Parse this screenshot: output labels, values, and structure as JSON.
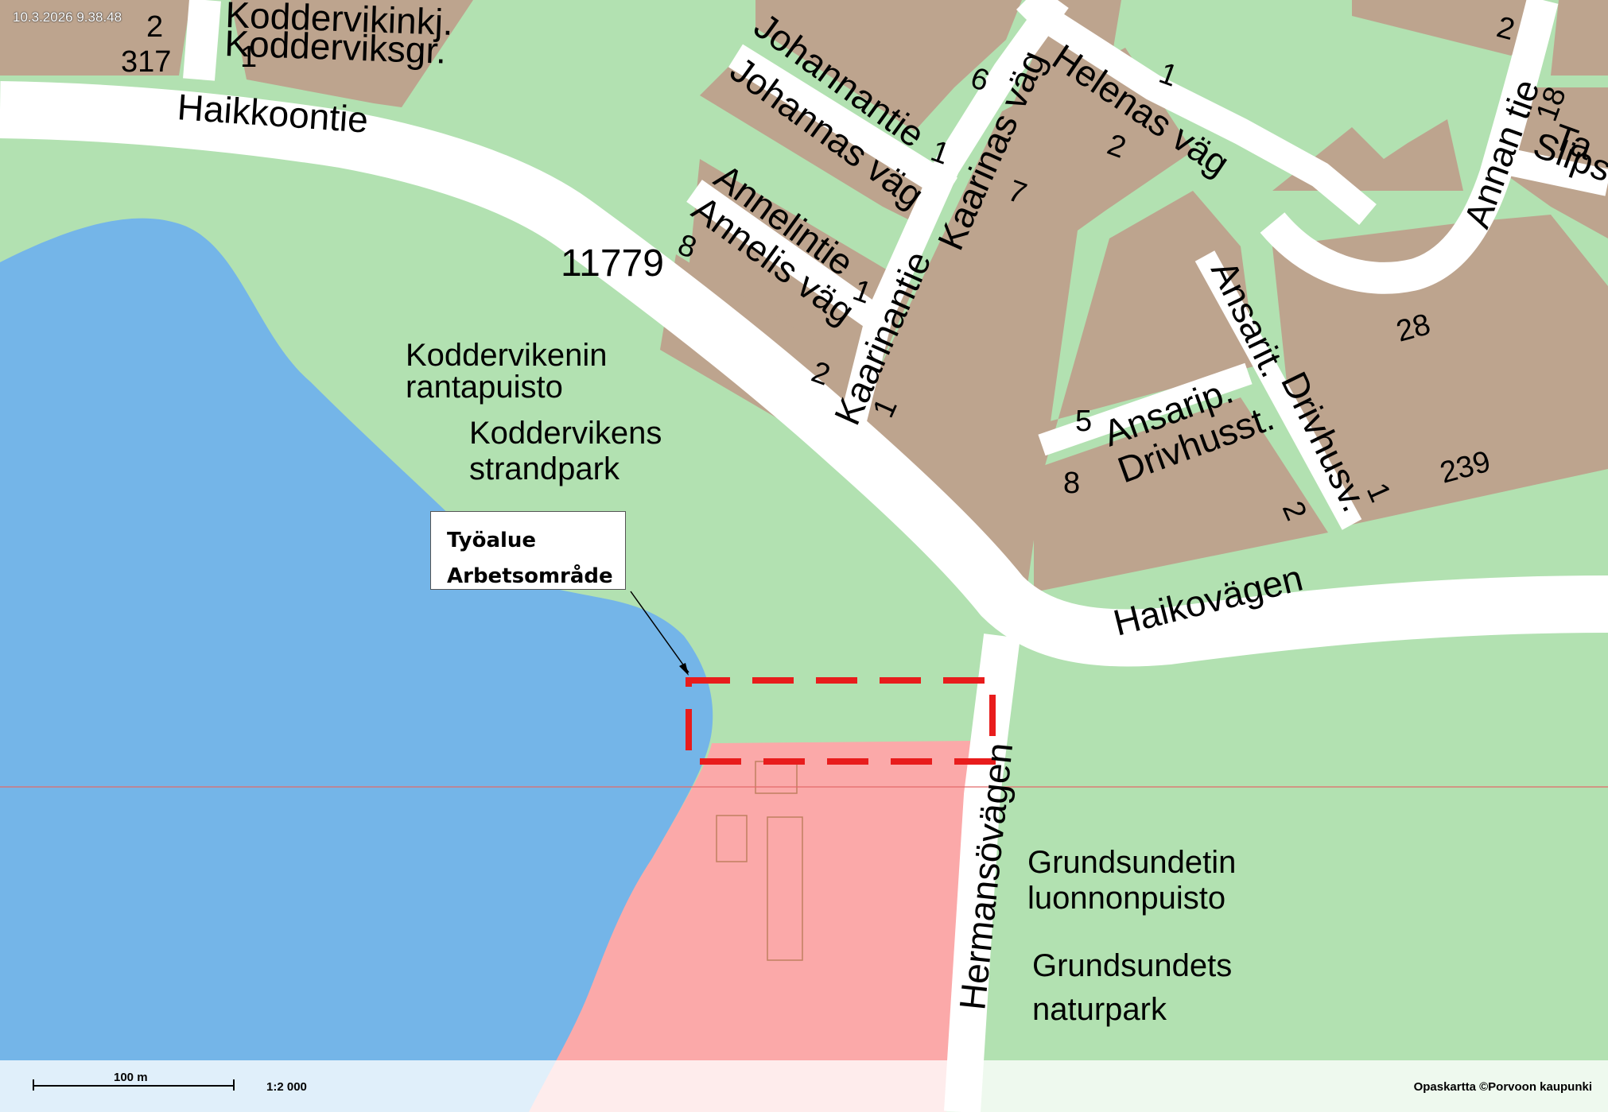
{
  "map": {
    "timestamp": "10.3.2026 9.38.48",
    "roads": {
      "haikkoontie": "Haikkoontie",
      "haikovagen": "Haikovägen",
      "johannantie": "Johannantie",
      "johannas_vag": "Johannas väg",
      "annelintie": "Annelintie",
      "annelis_vag": "Annelis väg",
      "kaarinantie": "Kaarinantie",
      "kaarinas_vag": "Kaarinas väg",
      "helenas_vag": "Helenas väg",
      "annan_tie": "Annan tie",
      "slipst": "Slipst",
      "ta": "Ta",
      "ansarit": "Ansarit.",
      "drivhusv": "Drivhusv.",
      "ansarip": "Ansarip.",
      "drivhusst": "Drivhusst.",
      "hermansovagen": "Hermansövägen",
      "koddervikinkj": "Koddervikinkj.",
      "kodderviksgr": "Kodderviksgr."
    },
    "numbers": {
      "n2_topleft": "2",
      "n317": "317",
      "n1_kodd": "1",
      "n6": "6",
      "n1_joh": "1",
      "n1_helenas": "1",
      "n2_helenas": "2",
      "n7": "7",
      "n2_topright": "2",
      "n18": "18",
      "n11779": "11779",
      "n8_annelis": "8",
      "n1_annel": "1",
      "n2_annelis": "2",
      "n1_kaarin": "1",
      "n28": "28",
      "n5": "5",
      "n8": "8",
      "n2_drivhus": "2",
      "n1_drivhusv": "1",
      "n239": "239"
    },
    "parks": {
      "koddervikenin": "Koddervikenin",
      "rantapuisto": "rantapuisto",
      "koddervikens": "Koddervikens",
      "strandpark": "strandpark",
      "grundsundetin": "Grundsundetin",
      "luonnonpuisto": "luonnonpuisto",
      "grundsundets": "Grundsundets",
      "naturpark": "naturpark"
    },
    "callout": {
      "line1": "Työalue",
      "line2": "Arbetsområde"
    },
    "colors": {
      "water": "#74b5e8",
      "park": "#b2e1b1",
      "plot": "#bda48e",
      "road": "#ffffff",
      "protected_area": "#fba9a9",
      "work_area_outline": "#e81c1c"
    },
    "footer": {
      "scale_label": "100 m",
      "scale_ratio": "1:2 000",
      "attribution": "Opaskartta ©Porvoon kaupunki"
    }
  }
}
